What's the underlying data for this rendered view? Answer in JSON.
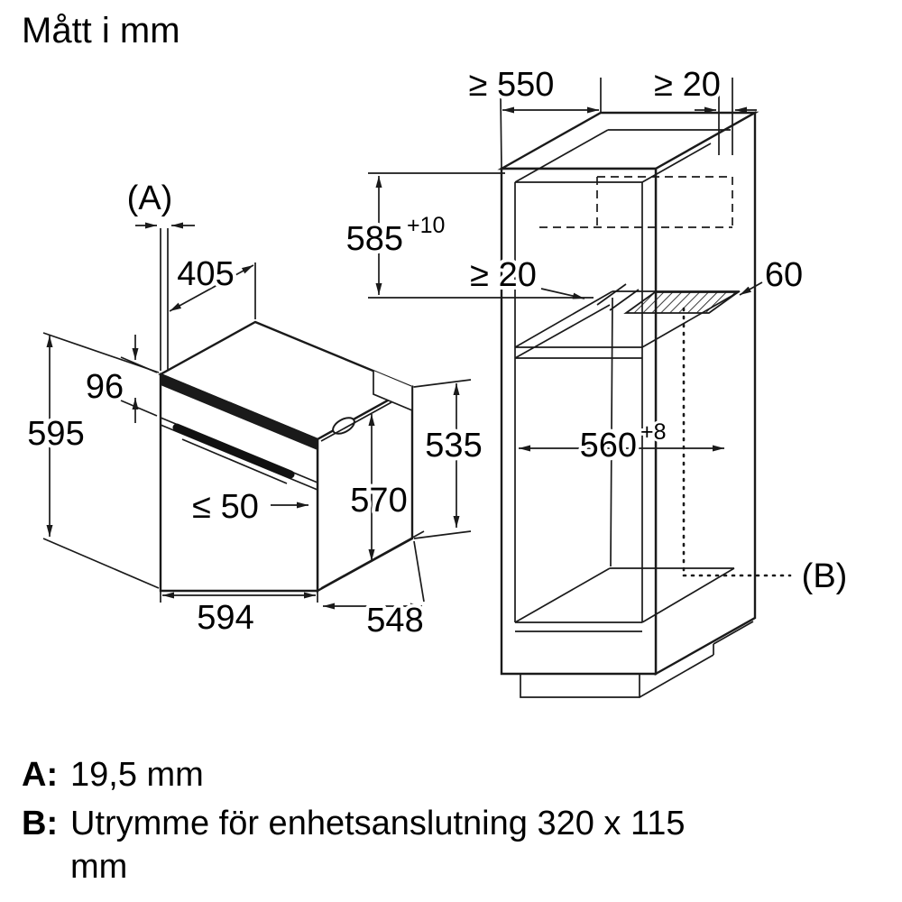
{
  "title": "Mått i mm",
  "oven": {
    "label_a": "(A)",
    "top_depth": "405",
    "panel_height": "96",
    "height": "595",
    "handle_clearance": "≤ 50",
    "body_depth": "570",
    "width": "594",
    "depth": "548",
    "body_height": "535"
  },
  "cabinet": {
    "niche_depth": "≥ 550",
    "wall_gap": "≥ 20",
    "niche_height": "585",
    "niche_height_tol": "+10",
    "rear_gap": "≥ 20",
    "vent_depth": "60",
    "niche_width": "560",
    "niche_width_tol": "+8",
    "label_b": "(B)"
  },
  "legend": {
    "a_key": "A:",
    "a_text": "19,5 mm",
    "b_key": "B:",
    "b_line1": "Utrymme för enhetsanslutning 320 x 115",
    "b_line2": "mm"
  }
}
